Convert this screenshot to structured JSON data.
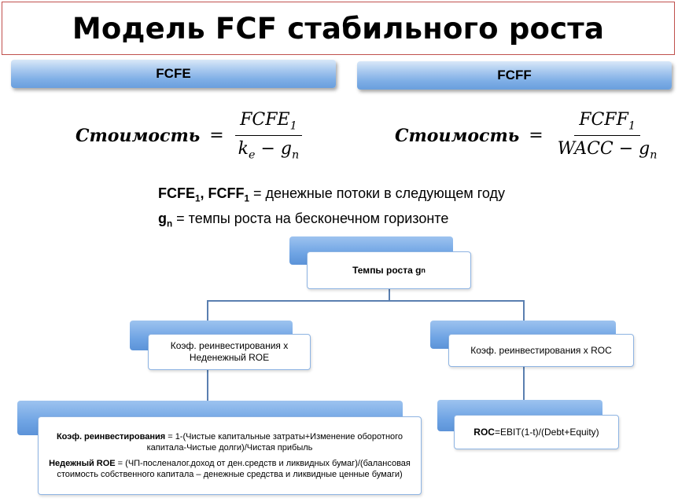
{
  "title": "Модель FCF стабильного роста",
  "headers": {
    "left": "FCFE",
    "right": "FCFF"
  },
  "formulas": {
    "left": {
      "lhs": "Стоимость",
      "num_base": "FCFE",
      "num_sub": "1",
      "den_a": "k",
      "den_a_sub": "e",
      "den_minus": " − g",
      "den_sub": "n"
    },
    "right": {
      "lhs": "Стоимость",
      "num_base": "FCFF",
      "num_sub": "1",
      "den_a": "WACC",
      "den_minus": " − g",
      "den_sub": "n"
    }
  },
  "definitions": {
    "line1_a": "FCFE",
    "line1_a_sub": "1",
    "line1_sep": ", ",
    "line1_b": "FCFF",
    "line1_b_sub": "1",
    "line1_text": " = денежные потоки в следующем году",
    "line2_a": "g",
    "line2_a_sub": "n",
    "line2_text": " = темпы роста на бесконечном горизонте"
  },
  "tree": {
    "root_label": "Темпы роста g",
    "root_sub": "n",
    "left_child": "Коэф. реинвестирования х Неденежный ROE",
    "right_child": "Коэф. реинвестирования х ROC",
    "left_leaf": {
      "p1_bold": "Коэф. реинвестирования",
      "p1_text": " = 1-(Чистые капитальные затраты+Изменение оборотного капитала-Чистые долги)/Чистая прибыль",
      "p2_bold": "Недежный ROE",
      "p2_text": " = (ЧП-посленалог.доход от ден.средств и ликвидных бумаг)/(балансовая стоимость собственного капитала – денежные средства и ликвидные ценные бумаги)"
    },
    "right_leaf": {
      "bold": "ROC",
      "text": "=EBIT(1-t)/(Debt+Equity)"
    }
  }
}
